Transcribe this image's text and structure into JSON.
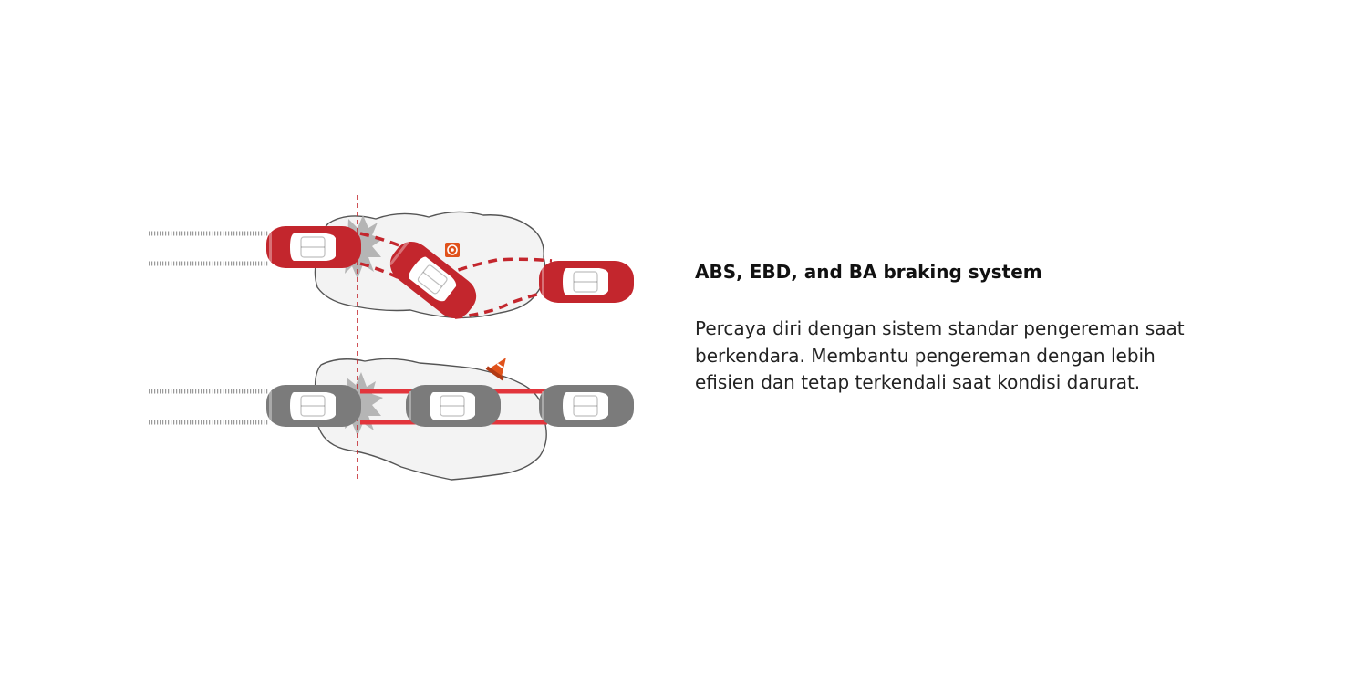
{
  "feature": {
    "title": "ABS, EBD, and BA braking system",
    "description": "Percaya diri dengan sistem standar pengereman saat berkendara. Membantu pengereman dengan lebih efisien dan tetap terkendali saat kondisi darurat."
  },
  "illustration": {
    "top_scenario": "car swerving around obstacle with braking assistance",
    "bottom_scenario": "car braking in a straight line on a slippery surface",
    "obstacle_icons": [
      "target-icon",
      "traffic-cone-icon"
    ]
  },
  "colors": {
    "accent_red": "#c3262d",
    "car_gray": "#7b7b7b",
    "surface_fill": "#f3f3f3",
    "text": "#111111"
  }
}
